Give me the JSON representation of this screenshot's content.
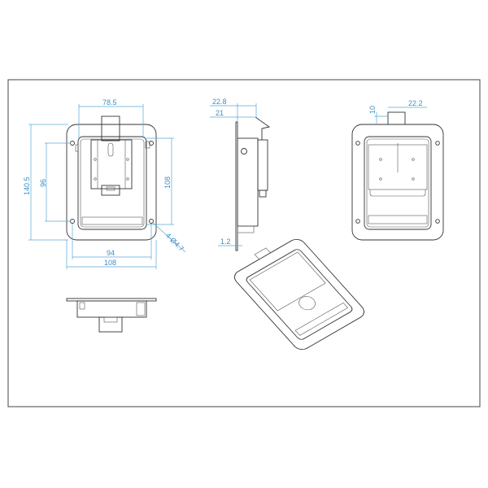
{
  "drawing": {
    "front_view": {
      "dimensions": {
        "top_width": "78.5",
        "overall_height": "140.5",
        "hole_spacing_vertical": "96",
        "inner_height": "108",
        "hole_spacing_horizontal": "94",
        "overall_width": "108",
        "holes": "4-Ø4.7"
      }
    },
    "side_view": {
      "dimensions": {
        "total_depth": "22.8",
        "body_depth": "21",
        "plate_thickness": "1.2"
      }
    },
    "rear_view": {
      "dimensions": {
        "tab_height": "10",
        "tab_width": "22.2"
      }
    },
    "colors": {
      "dimension": "#3d8fc6",
      "outline": "#333333",
      "frame": "#444444"
    }
  }
}
